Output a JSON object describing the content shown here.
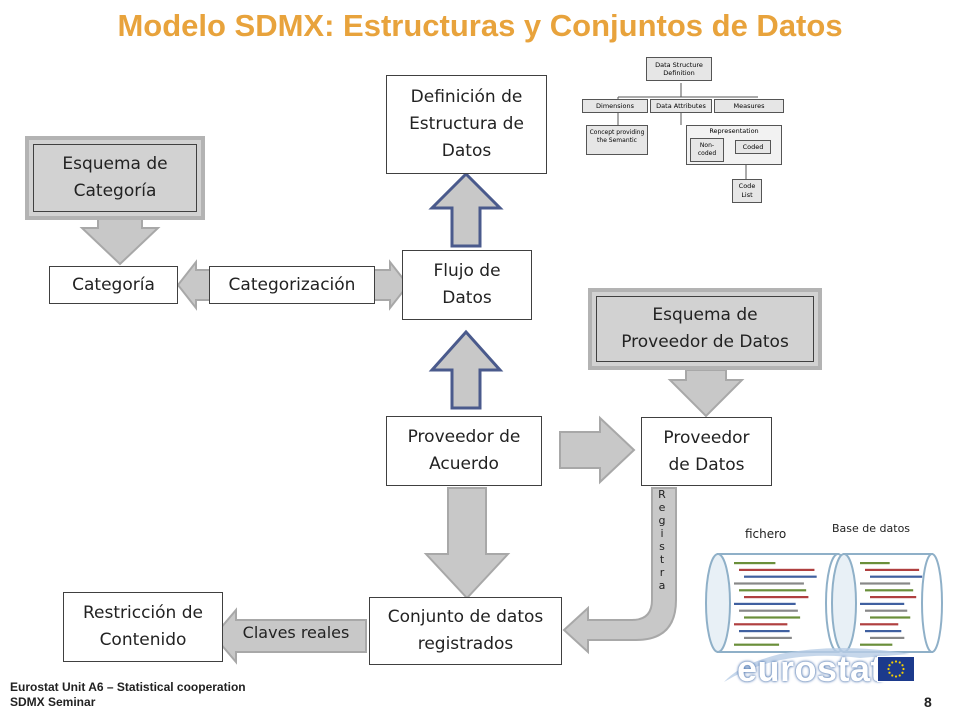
{
  "title": "Modelo SDMX: Estructuras y Conjuntos de Datos",
  "boxes": {
    "dsd": "Definición de Estructura de Datos",
    "category_scheme": "Esquema de Categoría",
    "category": "Categoría",
    "categorisation": "Categorización",
    "dataflow": "Flujo de Datos",
    "provider_scheme": "Esquema de Proveedor de Datos",
    "provision_agreement": "Proveedor de Acuerdo",
    "data_provider": "Proveedor de Datos",
    "content_constraint": "Restricción de Contenido",
    "actual_keys": "Claves reales",
    "registered_datasets": "Conjunto de datos registrados"
  },
  "registers_label": "Registra",
  "storage": {
    "file_label": "fichero",
    "database_label": "Base de datos"
  },
  "mini_diagram": {
    "root": "Data Structure Definition",
    "dimensions": "Dimensions",
    "attributes": "Data Attributes",
    "measures": "Measures",
    "concept": "Concept providing the Semantic",
    "representation": "Representation",
    "non_coded": "Non-coded",
    "coded": "Coded",
    "code_list": "Code List"
  },
  "footer": {
    "line1": "Eurostat Unit  A6 – Statistical cooperation",
    "line2": "SDMX Seminar",
    "page_number": "8"
  },
  "logo": {
    "text": "eurostat"
  },
  "colors": {
    "title": "#e8a33c",
    "arrow_fill": "#c8c8c8",
    "arrow_outline": "#4a5a8c",
    "box_grey": "#d2d2d2"
  }
}
